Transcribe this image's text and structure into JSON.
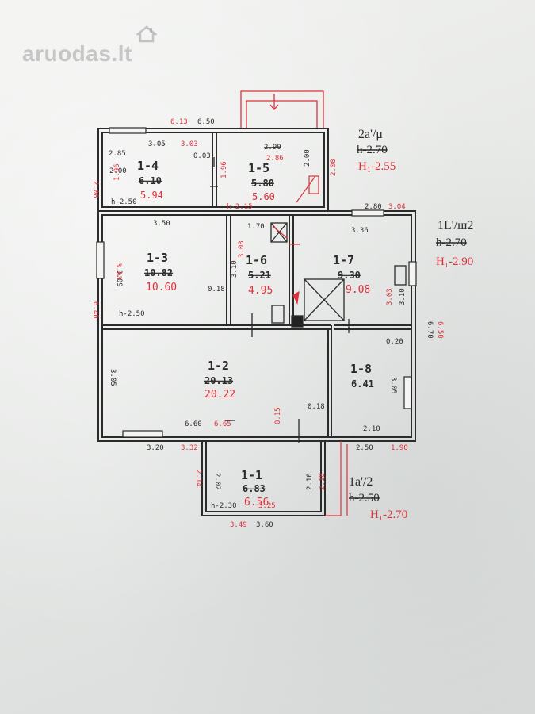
{
  "watermark": {
    "text": "aruodas.lt"
  },
  "colors": {
    "ink": "#2b2b2b",
    "red": "#e0303a",
    "grid": "#555555"
  },
  "rooms": [
    {
      "id": "1-4",
      "label": "1-4",
      "old_area": "6.10",
      "new_area": "5.94"
    },
    {
      "id": "1-5",
      "label": "1-5",
      "old_area": "5.80",
      "new_area": "5.60"
    },
    {
      "id": "1-3",
      "label": "1-3",
      "old_area": "10.82",
      "new_area": "10.60"
    },
    {
      "id": "1-6",
      "label": "1-6",
      "old_area": "5.21",
      "new_area": "4.95"
    },
    {
      "id": "1-7",
      "label": "1-7",
      "old_area": "9.30",
      "new_area": "9.08"
    },
    {
      "id": "1-2",
      "label": "1-2",
      "old_area": "20.13",
      "new_area": "20.22"
    },
    {
      "id": "1-8",
      "label": "1-8",
      "old_area": "6.41",
      "new_area": ""
    },
    {
      "id": "1-1",
      "label": "1-1",
      "old_area": "6.83",
      "new_area": "6.56"
    }
  ],
  "annotations": {
    "a2": {
      "code": "2a'/μ",
      "h_old": "h-2.70",
      "h_new": "H₁-2.55"
    },
    "a1": {
      "code": "1L'/ш2",
      "h_old": "h-2.70",
      "h_new": "H₁-2.90"
    },
    "a1a": {
      "code": "1a'/2",
      "h_old": "h-2.50",
      "h_new": "H₁-2.70"
    }
  },
  "dims": {
    "top_red": "6.13",
    "top_black": "6.50",
    "r14_w_old": "3.05",
    "r14_w_new": "3.03",
    "r14_left": "2.85",
    "r14_h_a": "2.00",
    "r14_h_b": "1.96",
    "r14_bottom": "h-2.50",
    "r14_left_red": "2.08",
    "r14_small": "0.03",
    "r14_mid": "1.96",
    "r15_old": "2.90",
    "r15_new": "2.86",
    "r15_right_a": "2.00",
    "r15_right_b": "2.08",
    "r15_h": "h-2.15",
    "r13_w": "3.50",
    "r13_h_a": "3.09",
    "r13_h_b": "3.03",
    "r13_h": "h-2.50",
    "r13_small": "0.18",
    "left_h": "6.40",
    "r16_w": "1.70",
    "r16_h_a": "3.10",
    "r16_h_b": "3.03",
    "r17_w": "3.36",
    "r17_top_a": "2.80",
    "r17_top_b": "3.04",
    "r17_h_a": "3.03",
    "r17_h_b": "3.10",
    "right_h_a": "6.70",
    "right_h_b": "6.50",
    "r12_h": "3.05",
    "r12_bottom_old": "6.60",
    "r12_bottom_new": "6.65",
    "r12_small_a": "0.15",
    "r12_small_b": "0.18",
    "r18_top": "0.20",
    "r18_h": "3.05",
    "r18_w": "2.10",
    "bottom_left_a": "3.20",
    "bottom_left_b": "3.32",
    "bottom_right_a": "2.50",
    "bottom_right_b": "1.90",
    "r11_h_a": "2.14",
    "r11_h_b": "2.02",
    "r11_right_a": "2.10",
    "r11_right_b": "2.18",
    "r11_h": "h-2.30",
    "r11_w": "3.25",
    "r11_bottom_a": "3.49",
    "r11_bottom_b": "3.60"
  }
}
